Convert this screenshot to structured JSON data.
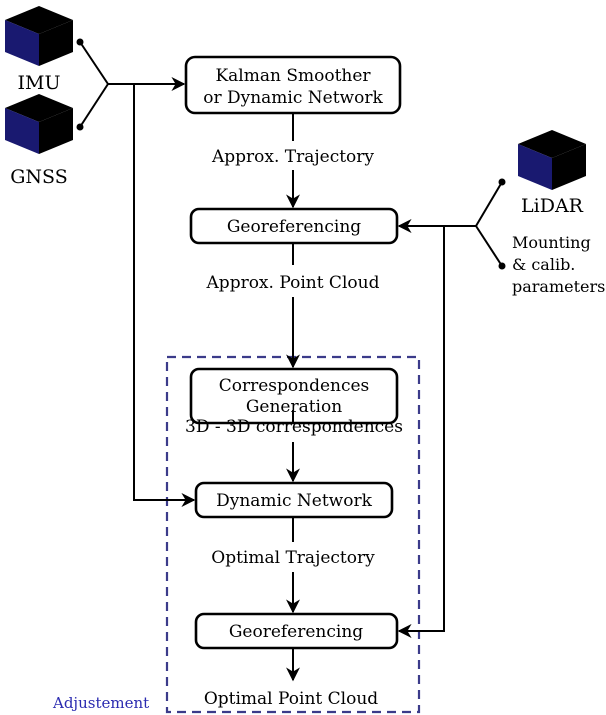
{
  "sensors": {
    "imu": "IMU",
    "gnss": "GNSS",
    "lidar": "LiDAR",
    "mounting_line1": "Mounting",
    "mounting_line2": "& calib.",
    "mounting_line3": "parameters"
  },
  "boxes": {
    "kalman_line1": "Kalman Smoother",
    "kalman_line2": "or Dynamic Network",
    "georef_top": "Georeferencing",
    "corr_line1": "Correspondences",
    "corr_line2": "Generation",
    "dynnet": "Dynamic Network",
    "georef_bottom": "Georeferencing"
  },
  "edges": {
    "approx_trajectory": "Approx. Trajectory",
    "approx_point_cloud": "Approx. Point Cloud",
    "correspondences": "3D - 3D correspondences",
    "optimal_trajectory": "Optimal Trajectory",
    "optimal_point_cloud": "Optimal Point Cloud"
  },
  "adjustment_label": "Adjustement",
  "colors": {
    "cube_top": "#000000",
    "cube_left": "#191970",
    "cube_right": "#000000",
    "dashed_frame": "#3b3b8a",
    "adjust_label": "#2b2bb0"
  }
}
